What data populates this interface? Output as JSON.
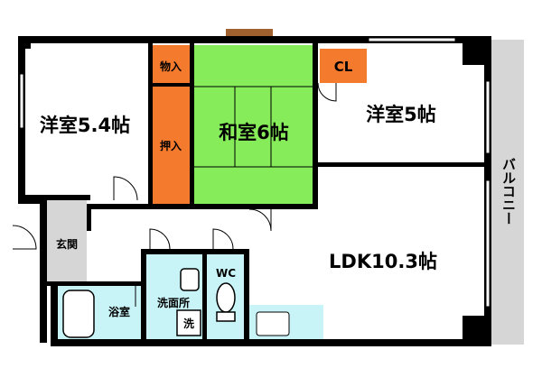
{
  "rooms": {
    "western_a": "洋室5.4帖",
    "storage": "物入",
    "closet_jp": "押入",
    "washitsu": "和室6帖",
    "cl": "CL",
    "western_b": "洋室5帖",
    "balcony": "バルコニー",
    "entrance": "玄関",
    "bath": "浴室",
    "washroom": "洗面所",
    "washer": "洗",
    "wc": "WC",
    "ldk": "LDK10.3帖"
  },
  "colors": {
    "wall": "#000000",
    "washitsu": "#86ec5a",
    "storage": "#f47a2e",
    "water": "#c8f4f8",
    "washer": "#ffffff",
    "entrance": "#d6d6d6",
    "balcony": "#d6d6d6",
    "alcove": "#a0612e",
    "floor": "#ffffff"
  }
}
